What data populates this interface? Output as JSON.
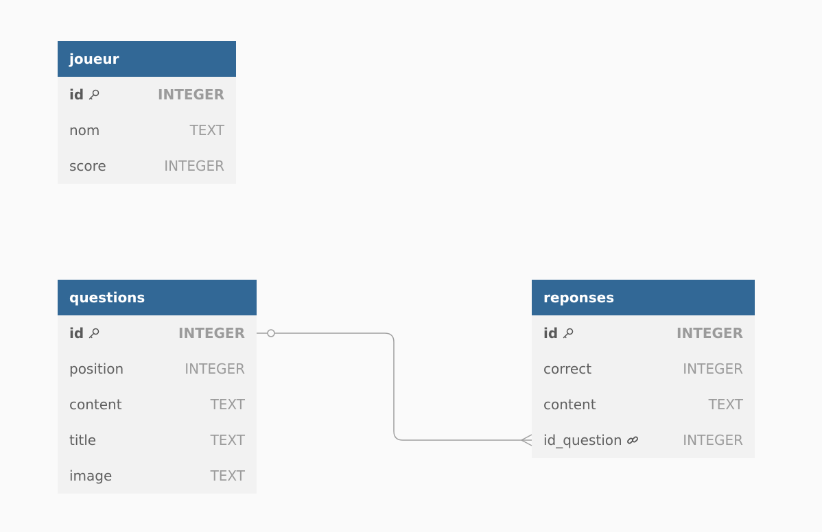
{
  "tables": {
    "joueur": {
      "name": "joueur",
      "columns": [
        {
          "name": "id",
          "type": "INTEGER",
          "key": "primary"
        },
        {
          "name": "nom",
          "type": "TEXT"
        },
        {
          "name": "score",
          "type": "INTEGER"
        }
      ]
    },
    "questions": {
      "name": "questions",
      "columns": [
        {
          "name": "id",
          "type": "INTEGER",
          "key": "primary"
        },
        {
          "name": "position",
          "type": "INTEGER"
        },
        {
          "name": "content",
          "type": "TEXT"
        },
        {
          "name": "title",
          "type": "TEXT"
        },
        {
          "name": "image",
          "type": "TEXT"
        }
      ]
    },
    "reponses": {
      "name": "reponses",
      "columns": [
        {
          "name": "id",
          "type": "INTEGER",
          "key": "primary"
        },
        {
          "name": "correct",
          "type": "INTEGER"
        },
        {
          "name": "content",
          "type": "TEXT"
        },
        {
          "name": "id_question",
          "type": "INTEGER",
          "key": "foreign"
        }
      ]
    }
  },
  "relationships": [
    {
      "from": "questions.id",
      "to": "reponses.id_question",
      "from_cardinality": "zero-or-one",
      "to_cardinality": "many"
    }
  ],
  "icons": {
    "primary_key": "key-icon",
    "foreign_key": "link-icon"
  },
  "colors": {
    "header": "#326896",
    "body": "#f2f2f2",
    "background": "#fafafa",
    "connector": "#a0a0a0"
  }
}
